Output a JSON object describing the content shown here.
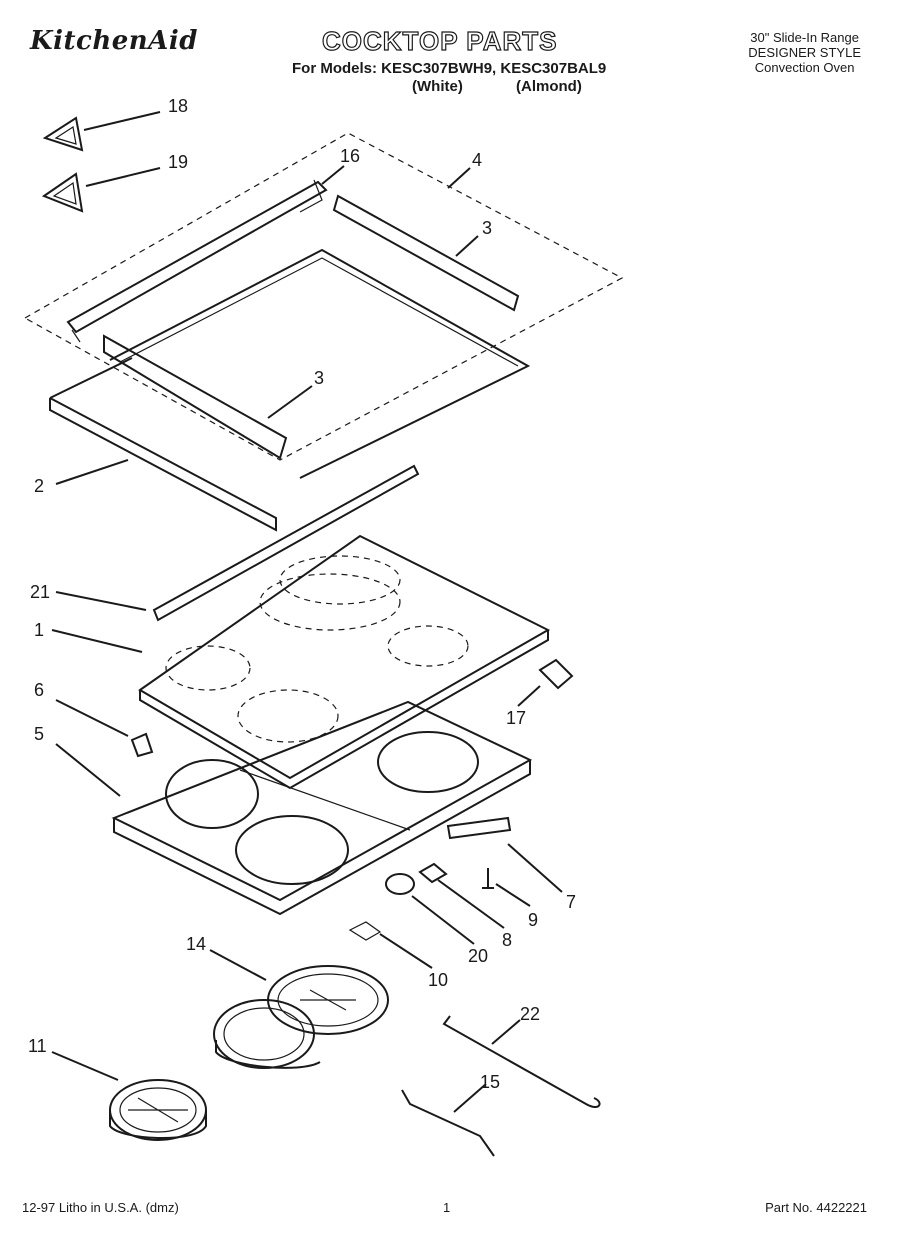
{
  "header": {
    "brand": "KitchenAid",
    "title": "COCKTOP PARTS",
    "models_line": "For Models: KESC307BWH9, KESC307BAL9",
    "color_white": "(White)",
    "color_almond": "(Almond)",
    "range_type": "30\" Slide-In Range",
    "style": "DESIGNER STYLE",
    "oven_type": "Convection Oven"
  },
  "callouts": [
    "18",
    "19",
    "16",
    "4",
    "3",
    "3",
    "2",
    "21",
    "1",
    "6",
    "17",
    "5",
    "7",
    "9",
    "8",
    "20",
    "10",
    "14",
    "22",
    "11",
    "15"
  ],
  "footer": {
    "print_info": "12-97 Litho in U.S.A. (dmz)",
    "page_number": "1",
    "part_number": "Part No. 4422221"
  }
}
